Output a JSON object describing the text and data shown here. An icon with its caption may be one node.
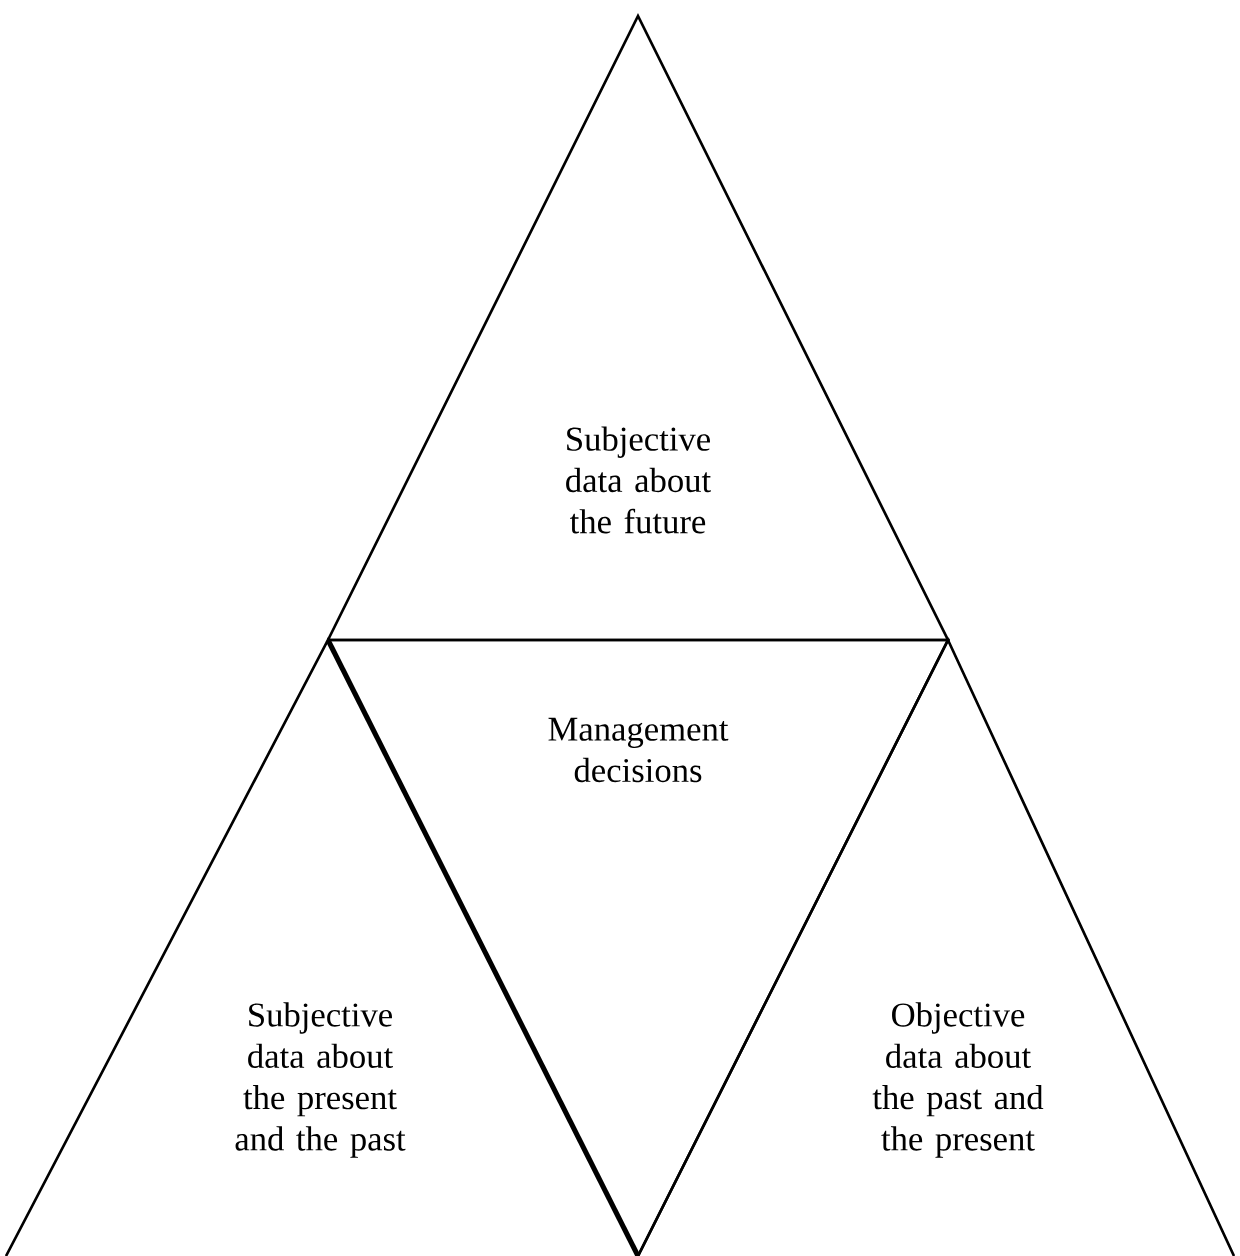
{
  "diagram": {
    "nodes": [
      {
        "text": [
          "Subjective data about the future"
        ]
      },
      {
        "text": [
          "Subjective data about the present and the past"
        ]
      },
      {
        "text": [
          "Management decisions"
        ]
      },
      {
        "text": [
          "Objective data about the past and the present"
        ]
      }
    ]
  }
}
